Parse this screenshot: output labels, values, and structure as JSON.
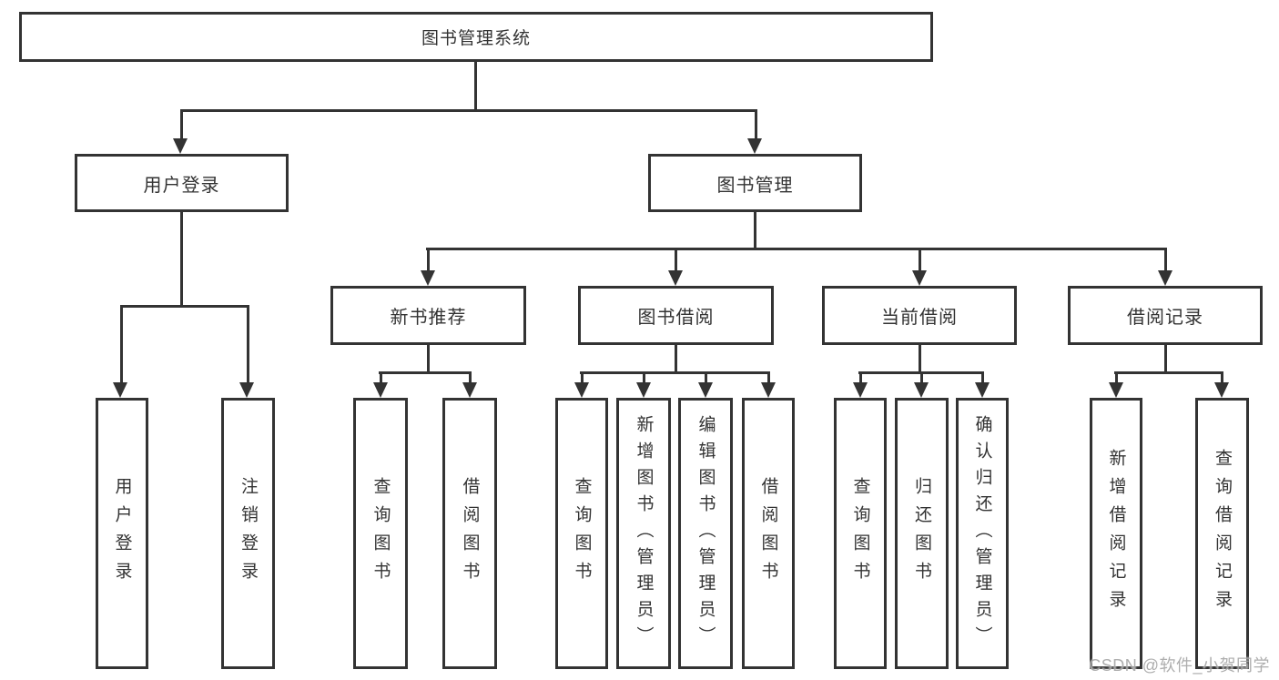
{
  "diagram": {
    "type": "tree",
    "title": "图书管理系统",
    "watermark": "CSDN @软件_小贺同学",
    "colors": {
      "line": "#333333",
      "box_border": "#333333",
      "text": "#333333",
      "background": "#ffffff",
      "watermark": "#a6a6a6"
    },
    "nodes": {
      "root": {
        "label": "图书管理系统"
      },
      "level2": [
        {
          "label": "用户登录",
          "parent": "图书管理系统"
        },
        {
          "label": "图书管理",
          "parent": "图书管理系统"
        }
      ],
      "level3": [
        {
          "label": "新书推荐",
          "parent": "图书管理"
        },
        {
          "label": "图书借阅",
          "parent": "图书管理"
        },
        {
          "label": "当前借阅",
          "parent": "图书管理"
        },
        {
          "label": "借阅记录",
          "parent": "图书管理"
        }
      ],
      "leaves": {
        "user_login": {
          "parent": "用户登录",
          "items": [
            {
              "label": "用户登录"
            },
            {
              "label": "注销登录"
            }
          ]
        },
        "new_book_recommend": {
          "parent": "新书推荐",
          "items": [
            {
              "label": "查询图书"
            },
            {
              "label": "借阅图书"
            }
          ]
        },
        "book_borrow": {
          "parent": "图书借阅",
          "items": [
            {
              "label": "查询图书"
            },
            {
              "label": "新增图书（管理员）"
            },
            {
              "label": "编辑图书（管理员）"
            },
            {
              "label": "借阅图书"
            }
          ]
        },
        "current_borrow": {
          "parent": "当前借阅",
          "items": [
            {
              "label": "查询图书"
            },
            {
              "label": "归还图书"
            },
            {
              "label": "确认归还（管理员）"
            }
          ]
        },
        "borrow_records": {
          "parent": "借阅记录",
          "items": [
            {
              "label": "新增借阅记录"
            },
            {
              "label": "查询借阅记录"
            }
          ]
        }
      }
    }
  }
}
